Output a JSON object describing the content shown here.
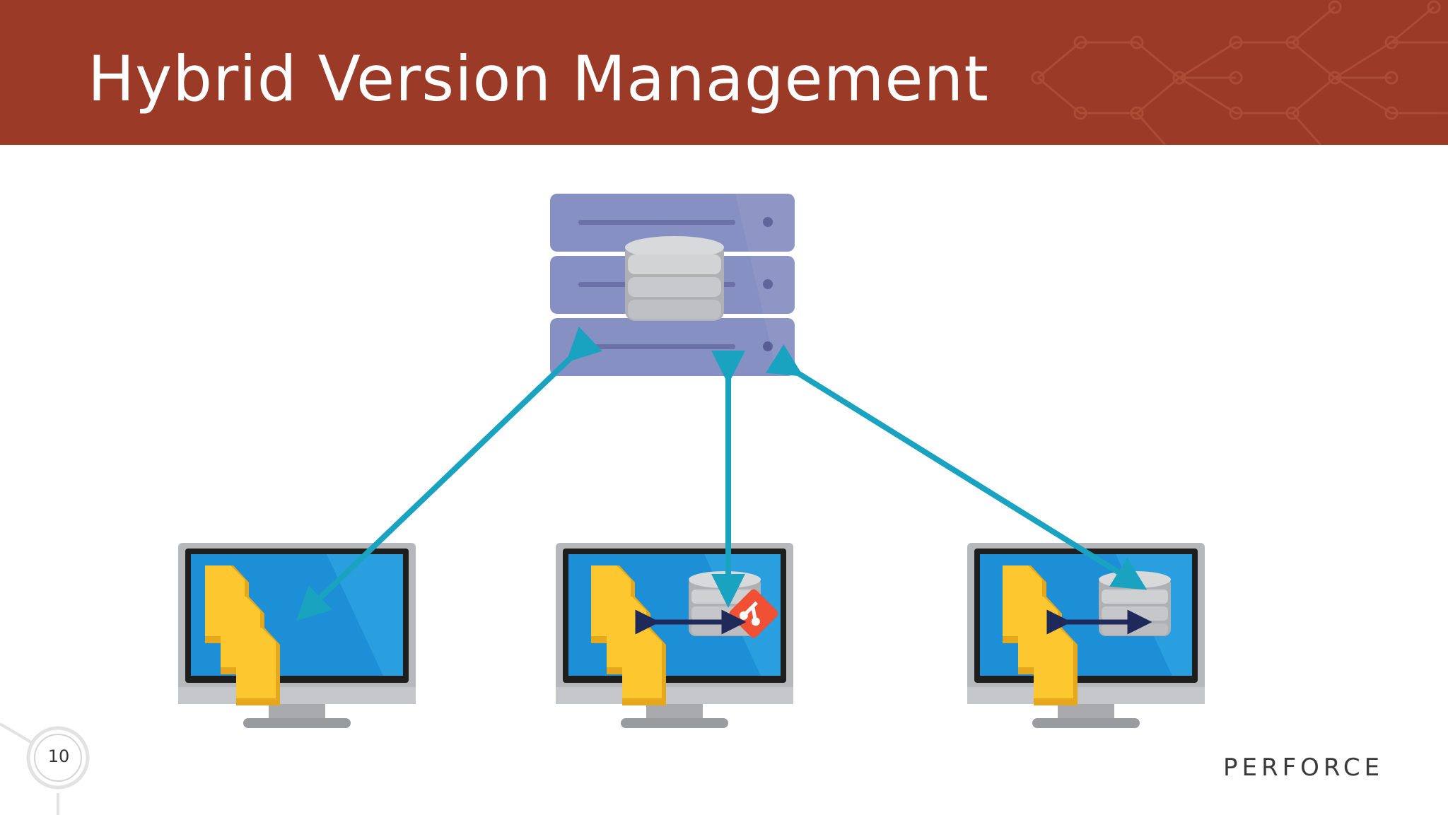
{
  "slide": {
    "title": "Hybrid Version Management",
    "page_number": "10",
    "logo_text": "PERFORCE"
  },
  "colors": {
    "header_bg": "#9b3b27",
    "arrow": "#1aa3c0",
    "server": "#8790c3",
    "screen": "#1c8fd6",
    "folder": "#fdc72f",
    "git": "#f05033",
    "local_arrow": "#1f2a5a"
  },
  "icons": {
    "server": "server-rack-icon",
    "central_db": "database-icon",
    "workstation": "desktop-monitor-icon",
    "files": "file-stack-icon",
    "local_repo": "database-icon",
    "git": "git-logo-icon"
  }
}
